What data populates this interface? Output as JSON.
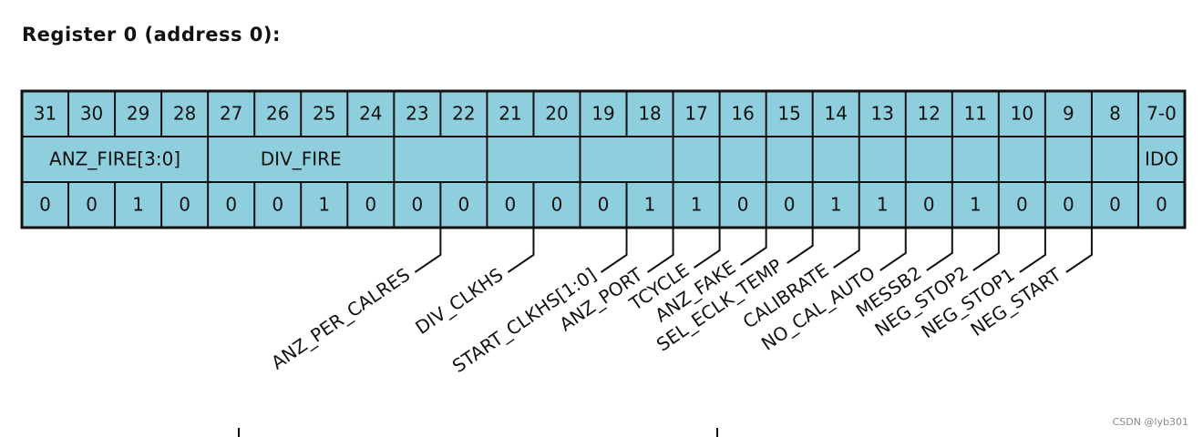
{
  "title": "Register 0 (address 0):",
  "watermark": "CSDN @lyb301",
  "colors": {
    "cell_fill": "#8fcfdd",
    "border": "#111111"
  },
  "bit_headers": [
    "31",
    "30",
    "29",
    "28",
    "27",
    "26",
    "25",
    "24",
    "23",
    "22",
    "21",
    "20",
    "19",
    "18",
    "17",
    "16",
    "15",
    "14",
    "13",
    "12",
    "11",
    "10",
    "9",
    "8",
    "7-0"
  ],
  "field_row": [
    {
      "span": 4,
      "label": "ANZ_FIRE[3:0]"
    },
    {
      "span": 4,
      "label": "DIV_FIRE"
    },
    {
      "span": 2,
      "label": ""
    },
    {
      "span": 2,
      "label": ""
    },
    {
      "span": 2,
      "label": ""
    },
    {
      "span": 1,
      "label": ""
    },
    {
      "span": 1,
      "label": ""
    },
    {
      "span": 1,
      "label": ""
    },
    {
      "span": 1,
      "label": ""
    },
    {
      "span": 1,
      "label": ""
    },
    {
      "span": 1,
      "label": ""
    },
    {
      "span": 1,
      "label": ""
    },
    {
      "span": 1,
      "label": ""
    },
    {
      "span": 1,
      "label": ""
    },
    {
      "span": 1,
      "label": ""
    },
    {
      "span": 1,
      "label": "IDO"
    }
  ],
  "values": [
    "0",
    "0",
    "1",
    "0",
    "0",
    "0",
    "1",
    "0",
    "0",
    "0",
    "0",
    "0",
    "0",
    "1",
    "1",
    "0",
    "0",
    "1",
    "1",
    "0",
    "1",
    "0",
    "0",
    "0",
    "0"
  ],
  "callouts": [
    {
      "bit": "22",
      "label": "ANZ_PER_CALRES"
    },
    {
      "bit": "20",
      "label": "DIV_CLKHS"
    },
    {
      "bit": "18",
      "label": "START_CLKHS[1:0]"
    },
    {
      "bit": "17",
      "label": "ANZ_PORT"
    },
    {
      "bit": "16",
      "label": "TCYCLE"
    },
    {
      "bit": "15",
      "label": "ANZ_FAKE"
    },
    {
      "bit": "14",
      "label": "SEL_ECLK_TEMP"
    },
    {
      "bit": "13",
      "label": "CALIBRATE"
    },
    {
      "bit": "12",
      "label": "NO_CAL_AUTO"
    },
    {
      "bit": "11",
      "label": "MESSB2"
    },
    {
      "bit": "10",
      "label": "NEG_STOP2"
    },
    {
      "bit": "9",
      "label": "NEG_STOP1"
    },
    {
      "bit": "8",
      "label": "NEG_START"
    }
  ]
}
